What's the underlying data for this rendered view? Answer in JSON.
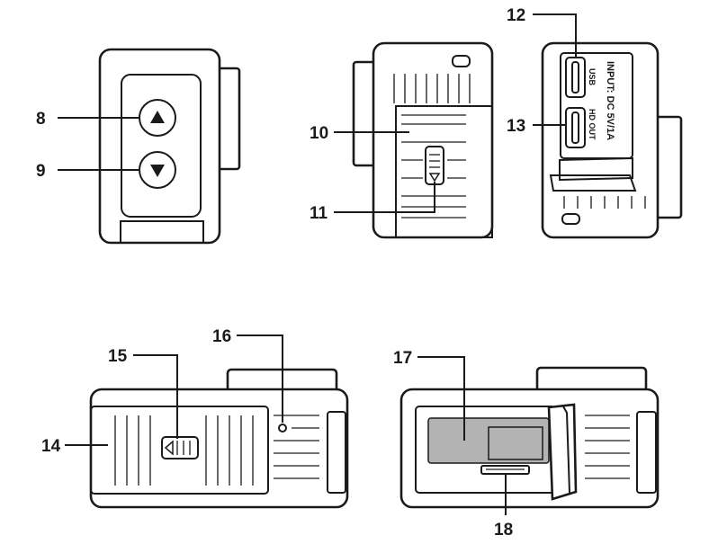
{
  "callouts": {
    "c8": "8",
    "c9": "9",
    "c10": "10",
    "c11": "11",
    "c12": "12",
    "c13": "13",
    "c14": "14",
    "c15": "15",
    "c16": "16",
    "c17": "17",
    "c18": "18"
  },
  "ports": {
    "input": "INPUT: DC 5V/1A",
    "usb": "USB",
    "hdout": "HD OUT"
  },
  "colors": {
    "line": "#1a1a1a",
    "fill": "#ffffff",
    "slot": "#b3b3b3"
  }
}
